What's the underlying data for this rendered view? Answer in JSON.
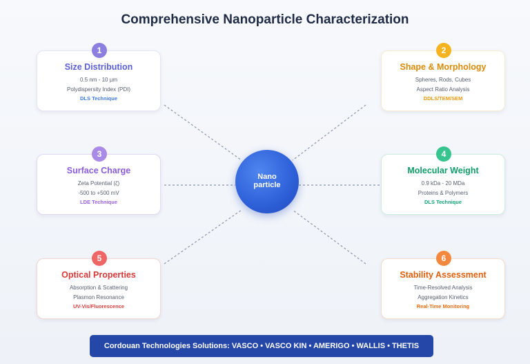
{
  "title": "Comprehensive Nanoparticle Characterization",
  "center": {
    "line1": "Nano",
    "line2": "particle"
  },
  "cards": [
    {
      "num": "1",
      "title": "Size Distribution",
      "line1": "0.5 nm - 10 µm",
      "line2": "Polydispersity Index (PDI)",
      "tech": "DLS Technique",
      "color": "#5b5fd6",
      "badge": "#8b7fe0",
      "border": "#e3e5f5"
    },
    {
      "num": "2",
      "title": "Shape & Morphology",
      "line1": "Spheres, Rods, Cubes",
      "line2": "Aspect Ratio Analysis",
      "tech": "DDLS/TEM/SEM",
      "color": "#d98a07",
      "badge": "#f4b31f",
      "border": "#f5ecd2"
    },
    {
      "num": "3",
      "title": "Surface Charge",
      "line1": "Zeta Potential (ζ)",
      "line2": "-500 to +500 mV",
      "tech": "LDE Technique",
      "color": "#8b5cd8",
      "badge": "#a98ae6",
      "border": "#e2d9f5"
    },
    {
      "num": "4",
      "title": "Molecular Weight",
      "line1": "0.9 kDa - 20 MDa",
      "line2": "Proteins & Polymers",
      "tech": "DLS Technique",
      "color": "#0f9e6a",
      "badge": "#37c48f",
      "border": "#cdeedd"
    },
    {
      "num": "5",
      "title": "Optical Properties",
      "line1": "Absorption & Scattering",
      "line2": "Plasmon Resonance",
      "tech": "UV-Vis/Fluorescence",
      "color": "#d83a3a",
      "badge": "#ef6666",
      "border": "#f5d6d4"
    },
    {
      "num": "6",
      "title": "Stability Assessment",
      "line1": "Time-Resolved Analysis",
      "line2": "Aggregation Kinetics",
      "tech": "Real-Time Monitoring",
      "color": "#e0600f",
      "badge": "#f2893f",
      "border": "#f5dcc9"
    }
  ],
  "footer": "Cordouan Technologies Solutions: VASCO • VASCO KIN • AMERIGO • WALLIS • THETIS"
}
